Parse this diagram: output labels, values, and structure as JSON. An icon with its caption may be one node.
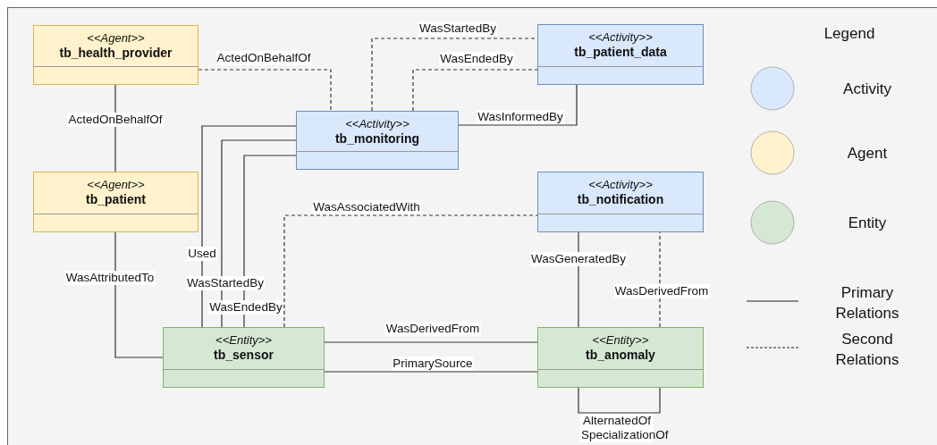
{
  "diagram": {
    "nodes": [
      {
        "text": [
          "<<Agent>>",
          "tb_health_provider"
        ]
      },
      {
        "text": [
          "<<Activity>>",
          "tb_patient_data"
        ]
      },
      {
        "text": [
          "<<Activity>>",
          "tb_monitoring"
        ]
      },
      {
        "text": [
          "<<Agent>>",
          "tb_patient"
        ]
      },
      {
        "text": [
          "<<Activity>>",
          "tb_notification"
        ]
      },
      {
        "text": [
          "<<Entity>>",
          "tb_sensor"
        ]
      },
      {
        "text": [
          "<<Entity>>",
          "tb_anomaly"
        ]
      }
    ],
    "edges": [
      {
        "from": 0,
        "to": 2,
        "arrow": "none",
        "label": "ActedOnBehalfOf",
        "style": "dashed"
      },
      {
        "from": 0,
        "to": 3,
        "arrow": "none",
        "label": "ActedOnBehalfOf"
      },
      {
        "from": 2,
        "to": 1,
        "arrow": "none",
        "label": "WasStartedBy",
        "style": "dashed"
      },
      {
        "from": 2,
        "to": 1,
        "arrow": "none",
        "label": "WasEndedBy",
        "style": "dashed"
      },
      {
        "from": 2,
        "to": 1,
        "arrow": "none",
        "label": "WasInformedBy"
      },
      {
        "from": 3,
        "to": 5,
        "arrow": "none",
        "label": "WasAttributedTo"
      },
      {
        "from": 5,
        "to": 2,
        "arrow": "none",
        "label": "Used"
      },
      {
        "from": 5,
        "to": 2,
        "arrow": "none",
        "label": "WasStartedBy"
      },
      {
        "from": 5,
        "to": 2,
        "arrow": "none",
        "label": "WasEndedBy"
      },
      {
        "from": 5,
        "to": 4,
        "arrow": "none",
        "label": "WasAssociatedWith",
        "style": "dashed"
      },
      {
        "from": 5,
        "to": 6,
        "arrow": "none",
        "label": "WasDerivedFrom"
      },
      {
        "from": 5,
        "to": 6,
        "arrow": "none",
        "label": "PrimarySource"
      },
      {
        "from": 6,
        "to": 4,
        "arrow": "none",
        "label": "WasGeneratedBy"
      },
      {
        "from": 6,
        "to": 4,
        "arrow": "none",
        "label": "WasDerivedFrom",
        "style": "dashed"
      },
      {
        "from": 6,
        "to": 6,
        "arrow": "none",
        "label": "AlternatedOf SpecializationOf"
      }
    ],
    "labels": [
      "Legend"
    ],
    "legend": [
      {
        "text": "Activity",
        "color": "#dae8fc"
      },
      {
        "text": "Agent",
        "color": "#fff2cc"
      },
      {
        "text": "Entity",
        "color": "#d5e8d4"
      },
      {
        "text": "Primary Relations"
      },
      {
        "text": "Second Relations"
      }
    ]
  }
}
